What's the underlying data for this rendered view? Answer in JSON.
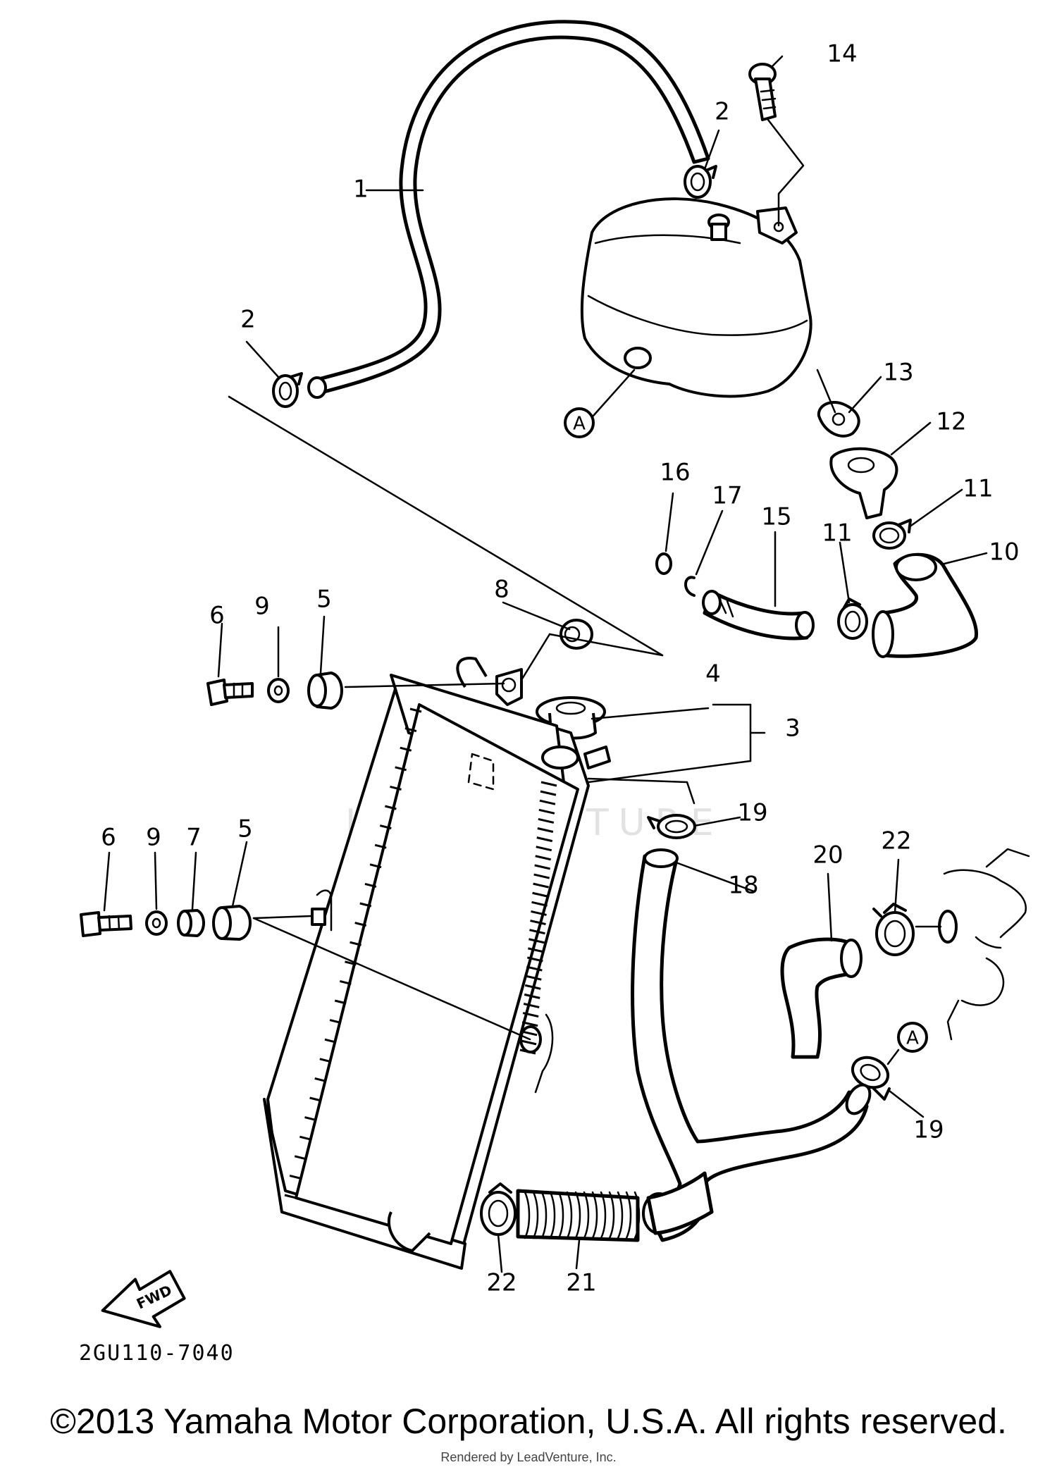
{
  "diagram": {
    "part_callouts": [
      {
        "id": "1",
        "label": "1"
      },
      {
        "id": "2a",
        "label": "2"
      },
      {
        "id": "2b",
        "label": "2"
      },
      {
        "id": "3",
        "label": "3"
      },
      {
        "id": "4",
        "label": "4"
      },
      {
        "id": "5a",
        "label": "5"
      },
      {
        "id": "5b",
        "label": "5"
      },
      {
        "id": "6a",
        "label": "6"
      },
      {
        "id": "6b",
        "label": "6"
      },
      {
        "id": "7",
        "label": "7"
      },
      {
        "id": "8",
        "label": "8"
      },
      {
        "id": "9a",
        "label": "9"
      },
      {
        "id": "9b",
        "label": "9"
      },
      {
        "id": "10",
        "label": "10"
      },
      {
        "id": "11a",
        "label": "11"
      },
      {
        "id": "11b",
        "label": "11"
      },
      {
        "id": "12",
        "label": "12"
      },
      {
        "id": "13",
        "label": "13"
      },
      {
        "id": "14",
        "label": "14"
      },
      {
        "id": "15",
        "label": "15"
      },
      {
        "id": "16",
        "label": "16"
      },
      {
        "id": "17",
        "label": "17"
      },
      {
        "id": "18",
        "label": "18"
      },
      {
        "id": "19a",
        "label": "19"
      },
      {
        "id": "19b",
        "label": "19"
      },
      {
        "id": "20",
        "label": "20"
      },
      {
        "id": "21",
        "label": "21"
      },
      {
        "id": "22a",
        "label": "22"
      },
      {
        "id": "22b",
        "label": "22"
      }
    ],
    "ref_markers": [
      {
        "id": "A1",
        "label": "A"
      },
      {
        "id": "A2",
        "label": "A"
      }
    ],
    "fwd_label": "FWD",
    "diagram_code": "2GU110-7040",
    "watermark": "LEADVENTURE"
  },
  "footer": {
    "copyright": "©2013 Yamaha Motor Corporation, U.S.A. All rights reserved.",
    "rendered_by": "Rendered by LeadVenture, Inc."
  }
}
